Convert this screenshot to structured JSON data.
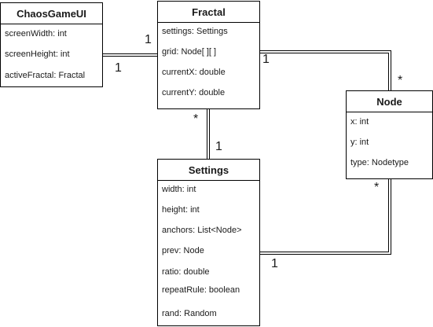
{
  "classes": {
    "chaosgameui": {
      "name": "ChaosGameUI",
      "attributes": [
        "screenWidth: int",
        "screenHeight: int",
        "activeFractal: Fractal"
      ]
    },
    "fractal": {
      "name": "Fractal",
      "attributes": [
        "settings: Settings",
        "grid: Node[ ][ ]",
        "currentX: double",
        "currentY: double"
      ]
    },
    "node": {
      "name": "Node",
      "attributes": [
        "x: int",
        "y: int",
        "type: Nodetype"
      ]
    },
    "settings": {
      "name": "Settings",
      "attributes": [
        "width: int",
        "height: int",
        "anchors: List<Node>",
        "prev: Node",
        "ratio: double",
        "repeatRule: boolean",
        "rand: Random"
      ]
    }
  },
  "associations": {
    "ui_fractal": {
      "ui_end": "1",
      "fractal_end": "1"
    },
    "fractal_node": {
      "fractal_end": "1",
      "node_end": "*"
    },
    "fractal_settings": {
      "fractal_end": "*",
      "settings_end": "1"
    },
    "settings_node": {
      "settings_end": "1",
      "node_end": "*"
    }
  }
}
